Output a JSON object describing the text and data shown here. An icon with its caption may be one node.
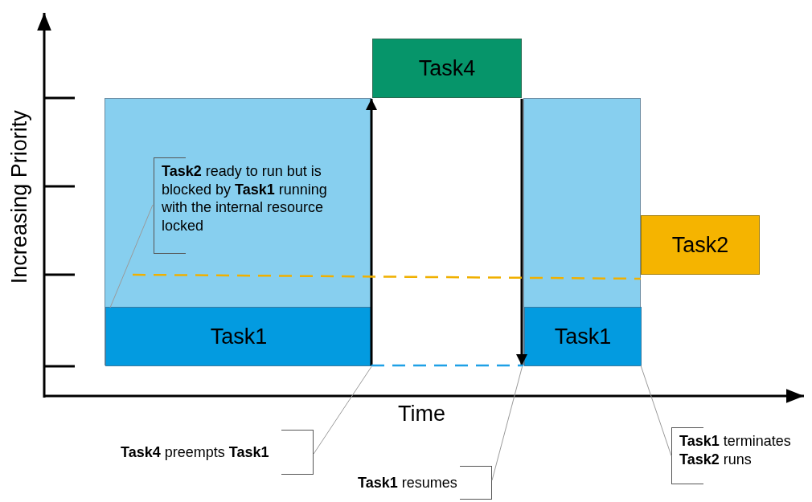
{
  "diagram": {
    "nodes": [
      {
        "text": [],
        "shape": "box"
      },
      {
        "text": [
          "Task1"
        ],
        "in": 0
      },
      {
        "text": [
          "**Task2** ready to run but is blocked by **Task1** running with the internal resource locked"
        ],
        "in": 0
      },
      {
        "text": [
          "Task4"
        ]
      },
      {
        "text": [],
        "shape": "box"
      },
      {
        "text": [
          "Task1"
        ],
        "in": 4
      },
      {
        "text": [
          "Task2"
        ]
      },
      {
        "text": [
          "**Task4** preempts **Task1**"
        ]
      },
      {
        "text": [
          "**Task1** resumes"
        ]
      },
      {
        "text": [
          "**Task1** terminates **Task2** runs"
        ]
      }
    ],
    "edges": [
      {
        "from": 1,
        "to": 3,
        "arrow": "to",
        "style": "thick",
        "color": "#000000"
      },
      {
        "from": 3,
        "to": 5,
        "arrow": "to",
        "style": "thick",
        "color": "#000000"
      },
      {
        "from": 1,
        "to": 5,
        "arrow": "none",
        "style": "dashed",
        "color": "#1ea0e6"
      },
      {
        "from": null,
        "to": 6,
        "arrow": "none",
        "style": "dashed",
        "color": "#f0b000"
      },
      {
        "from": 2,
        "to": 1,
        "arrow": "none",
        "color": "#9a9a9a"
      },
      {
        "from": 7,
        "to": 1,
        "arrow": "none",
        "color": "#9a9a9a"
      },
      {
        "from": 8,
        "to": 5,
        "arrow": "none",
        "color": "#9a9a9a"
      },
      {
        "from": 9,
        "to": 5,
        "arrow": "none",
        "color": "#9a9a9a"
      }
    ],
    "labels": [
      "Increasing Priority",
      "Time"
    ]
  }
}
